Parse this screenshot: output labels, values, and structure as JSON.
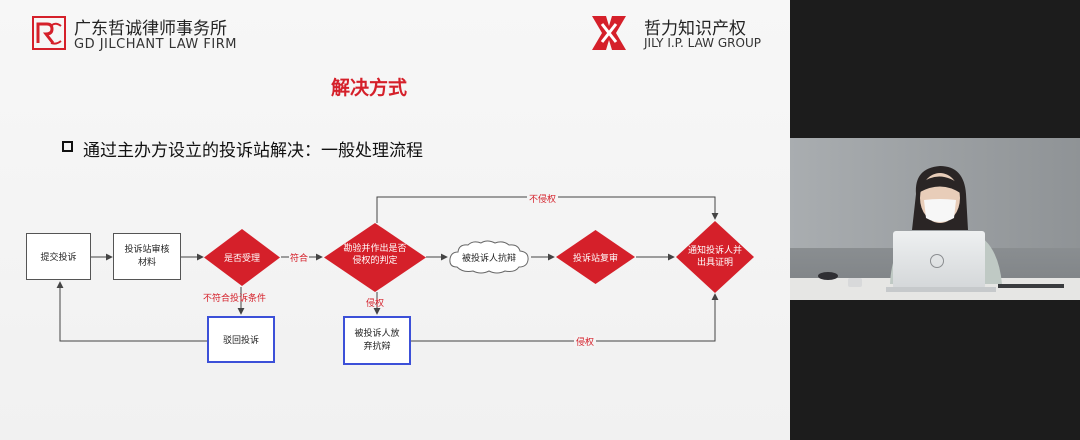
{
  "header": {
    "left_logo_cn": "广东哲诚律师事务所",
    "left_logo_en": "GD JILCHANT LAW FIRM",
    "right_logo_cn": "哲力知识产权",
    "right_logo_en": "JILY I.P. LAW GROUP"
  },
  "slide": {
    "title": "解决方式",
    "bullet": "通过主办方设立的投诉站解决：一般处理流程"
  },
  "flow": {
    "submit": "提交投诉",
    "review": [
      "投诉站审核",
      "材料"
    ],
    "accept": "是否受理",
    "judge": [
      "勘验并作出是否",
      "侵权的判定"
    ],
    "defend": "被投诉人抗辩",
    "recheck": "投诉站复审",
    "notify": [
      "通知投诉人并",
      "出具证明"
    ],
    "reject": "驳回投诉",
    "waive": [
      "被投诉人放",
      "弃抗辩"
    ],
    "lbl_meet": "符合",
    "lbl_notmeet": "不符合投诉条件",
    "lbl_infringe1": "侵权",
    "lbl_noinfringe": "不侵权",
    "lbl_infringe2": "侵权"
  },
  "colors": {
    "accent": "#d5202a",
    "box_border": "#3c50d8"
  }
}
